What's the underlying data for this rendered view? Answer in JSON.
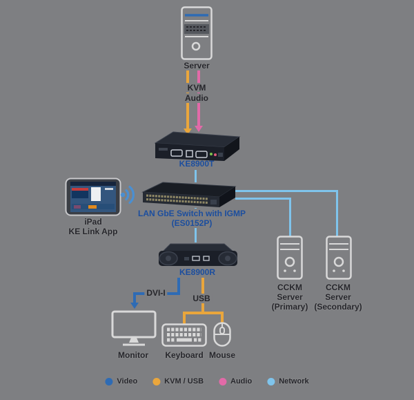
{
  "colors": {
    "background": "#7e7f82",
    "video": "#2e6bb4",
    "kvm_usb": "#eaa63c",
    "audio": "#e26aa8",
    "network": "#7fc4ec",
    "device_label": "#1c4e9e",
    "text_dark": "#26262b",
    "icon_outline": "#d9d9d9",
    "wifi": "#4a8fd2"
  },
  "nodes": {
    "server": {
      "label": "Server"
    },
    "ke8900t": {
      "label": "KE8900T"
    },
    "switch": {
      "label_line1": "LAN GbE Switch with IGMP",
      "label_line2": "(ES0152P)"
    },
    "ipad": {
      "label_line1": "iPad",
      "label_line2": "KE Link App"
    },
    "ke8900r": {
      "label": "KE8900R"
    },
    "cckm_primary": {
      "label_line1": "CCKM",
      "label_line2": "Server",
      "label_line3": "(Primary)"
    },
    "cckm_secondary": {
      "label_line1": "CCKM",
      "label_line2": "Server",
      "label_line3": "(Secondary)"
    },
    "monitor": {
      "label": "Monitor"
    },
    "keyboard": {
      "label": "Keyboard"
    },
    "mouse": {
      "label": "Mouse"
    }
  },
  "connection_labels": {
    "kvm": "KVM",
    "audio": "Audio",
    "dvi": "DVI-I",
    "usb": "USB"
  },
  "legend": {
    "items": [
      {
        "label": "Video",
        "color": "#2e6bb4"
      },
      {
        "label": "KVM / USB",
        "color": "#eaa63c"
      },
      {
        "label": "Audio",
        "color": "#e26aa8"
      },
      {
        "label": "Network",
        "color": "#7fc4ec"
      }
    ]
  }
}
